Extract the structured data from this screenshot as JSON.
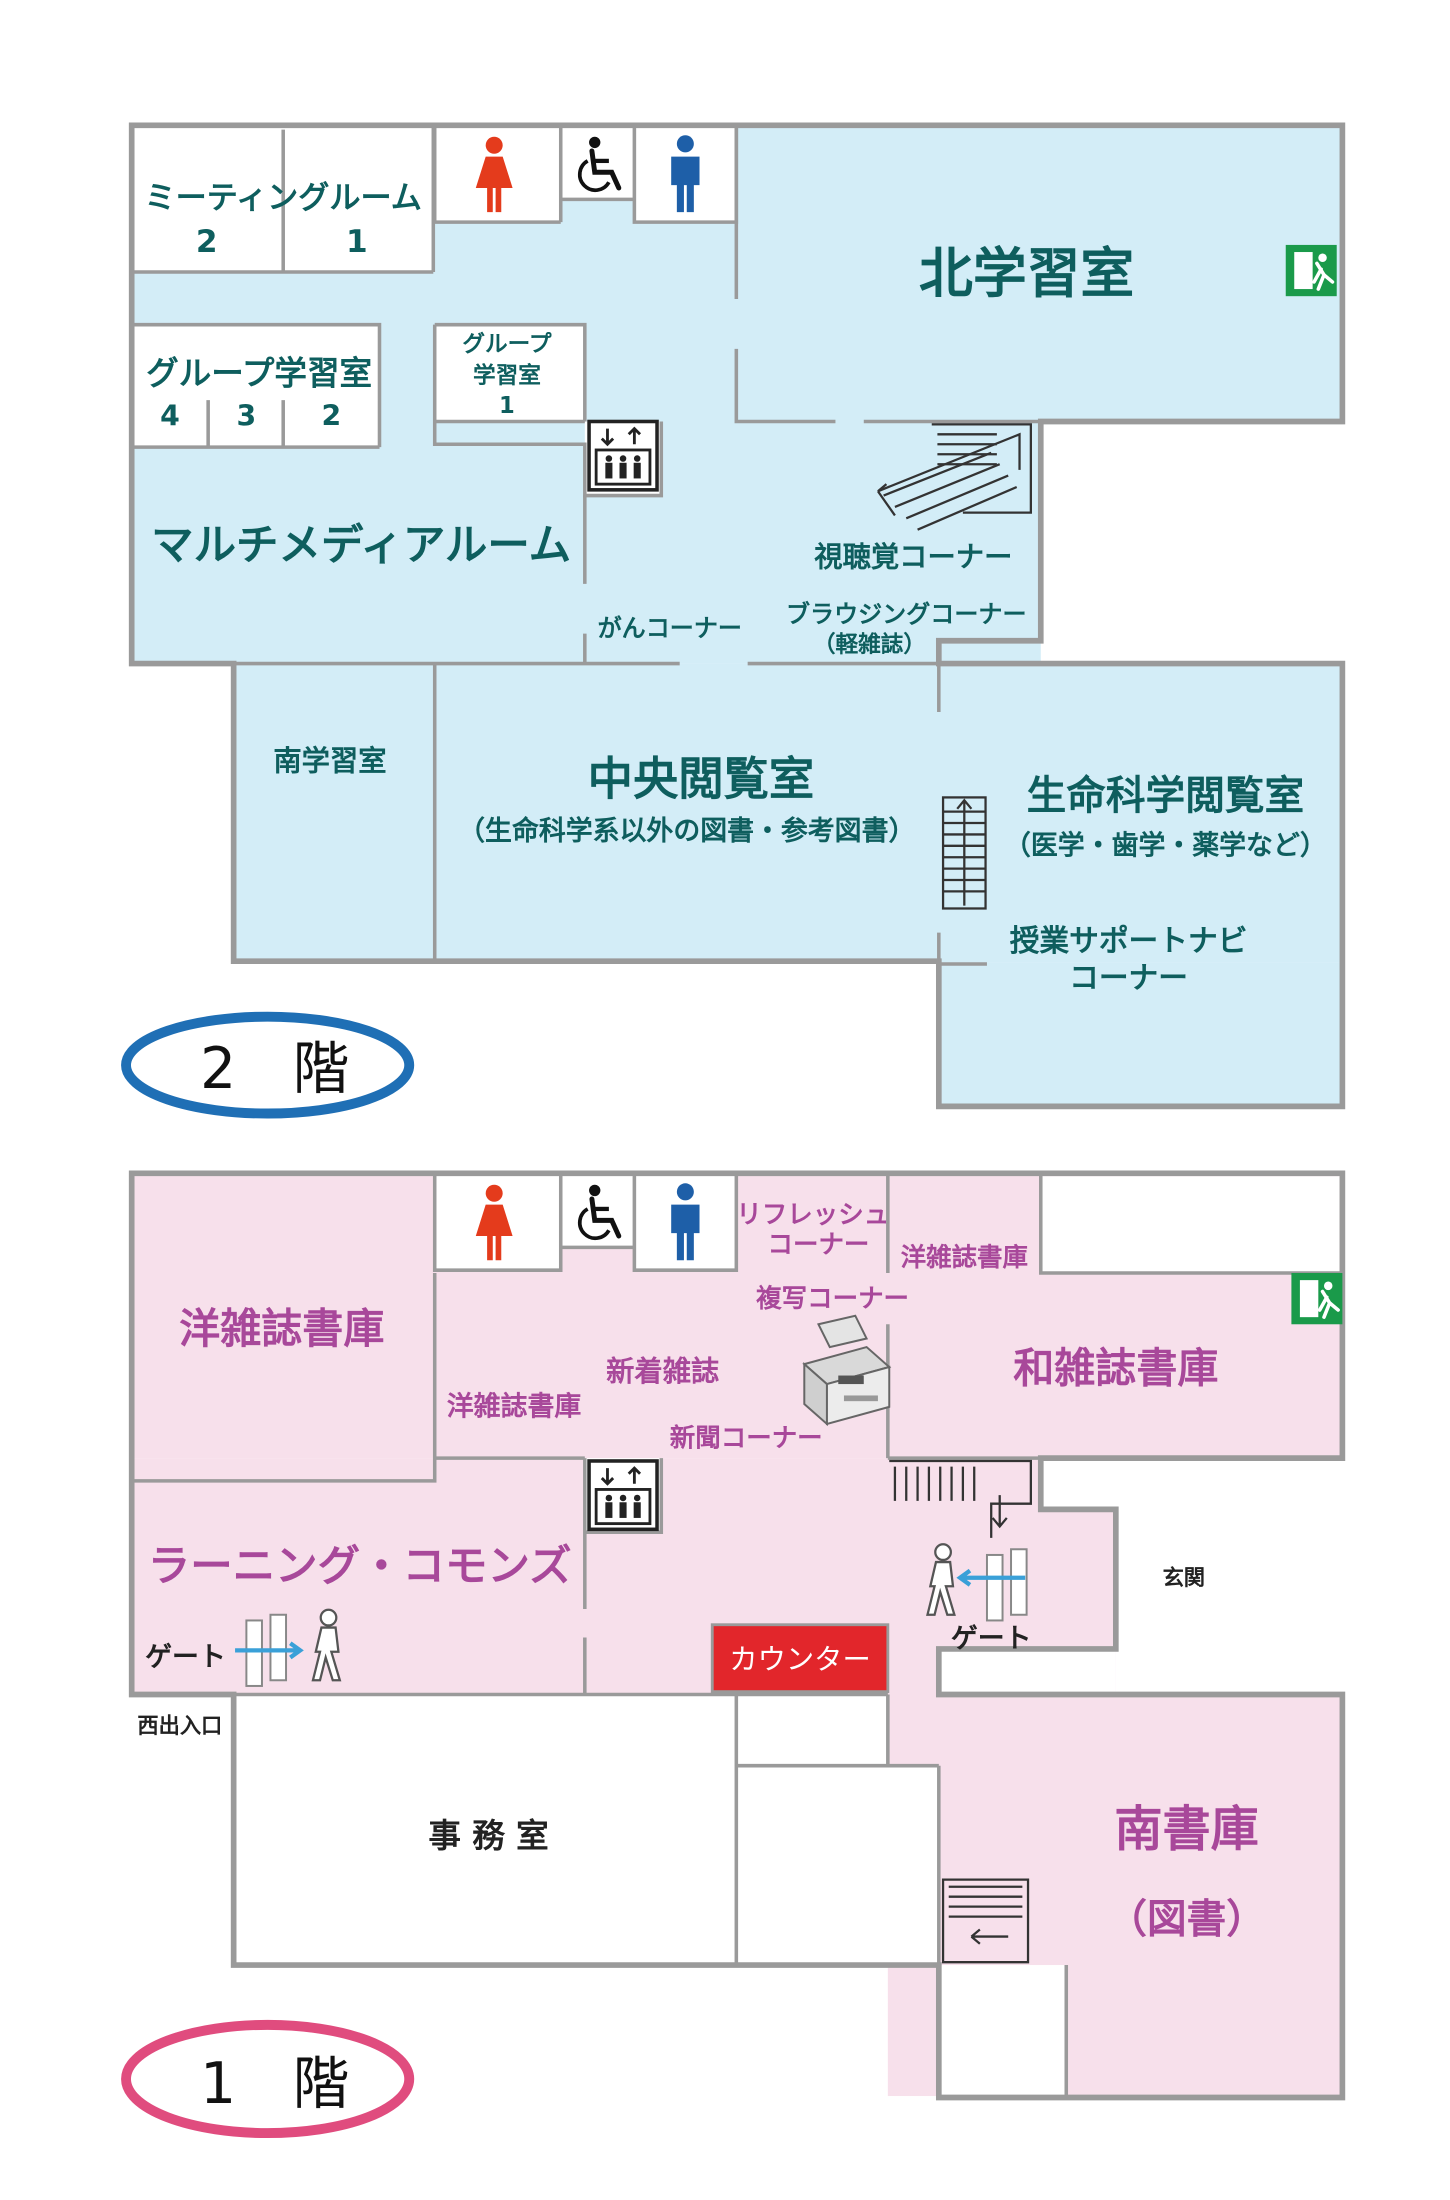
{
  "floor2": {
    "badge": "2　階",
    "rooms": {
      "meeting_room": "ミーティングルーム",
      "meeting_2": "2",
      "meeting_1": "1",
      "group_study": "グループ学習室",
      "group_4": "4",
      "group_3": "3",
      "group_2": "2",
      "group1_line1": "グループ",
      "group1_line2": "学習室",
      "group1_line3": "1",
      "north_study": "北学習室",
      "multimedia": "マルチメディアルーム",
      "av_corner": "視聴覚コーナー",
      "cancer_corner": "がんコーナー",
      "browsing_line1": "ブラウジングコーナー",
      "browsing_line2": "（軽雑誌）",
      "south_study": "南学習室",
      "central_title": "中央閲覧室",
      "central_sub": "（生命科学系以外の図書・参考図書）",
      "life_title": "生命科学閲覧室",
      "life_sub": "（医学・歯学・薬学など）",
      "class_support_line1": "授業サポートナビ",
      "class_support_line2": "コーナー"
    }
  },
  "floor1": {
    "badge": "1　階",
    "rooms": {
      "foreign_mag_store": "洋雑誌書庫",
      "foreign_mag_store_small": "洋雑誌書庫",
      "new_magazines": "新着雑誌",
      "refresh_line1": "リフレッシュ",
      "refresh_line2": "コーナー",
      "foreign_mag_store_right": "洋雑誌書庫",
      "copy_corner": "複写コーナー",
      "japanese_mag_store": "和雑誌書庫",
      "newspaper_corner": "新聞コーナー",
      "learning_commons": "ラーニング・コモンズ",
      "gate_left": "ゲート",
      "gate_right": "ゲート",
      "counter": "カウンター",
      "entrance": "玄関",
      "west_entrance": "西出入口",
      "office": "事 務 室",
      "south_store_title": "南書庫",
      "south_store_sub": "（図書）"
    }
  },
  "colors": {
    "floor2_fill": "#d3edf7",
    "floor1_fill": "#f7e0eb",
    "floor2_text": "#0e5e5e",
    "floor1_text": "#a8489a",
    "floor2_badge_ring": "#1f6fb5",
    "floor1_badge_ring": "#e04c7e",
    "counter_bg": "#e2262b",
    "exit_sign_green": "#1a9a4a",
    "female_icon": "#e43b1c",
    "male_icon": "#1e5fa8"
  },
  "icons": [
    "female-restroom-icon",
    "wheelchair-accessible-icon",
    "male-restroom-icon",
    "emergency-exit-icon",
    "elevator-icon",
    "copier-icon",
    "walking-person-icon",
    "security-gate-icon",
    "stairs-icon"
  ]
}
